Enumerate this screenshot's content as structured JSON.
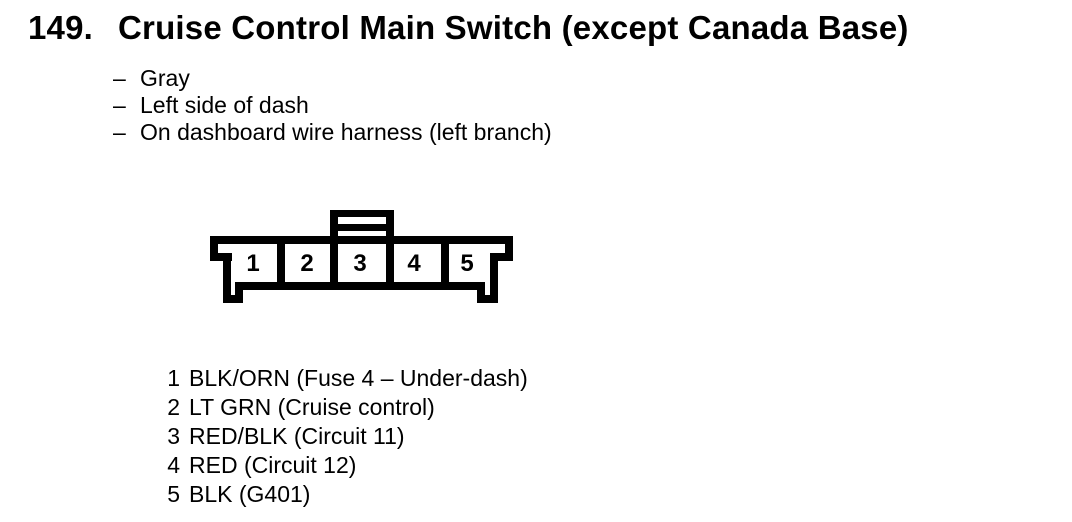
{
  "title": {
    "number": "149.",
    "text": "Cruise Control Main Switch (except Canada Base)"
  },
  "list_marker": "–",
  "attributes": [
    "Gray",
    "Left side of dash",
    "On dashboard wire harness (left branch)"
  ],
  "connector": {
    "cavities": [
      "1",
      "2",
      "3",
      "4",
      "5"
    ]
  },
  "pins": [
    {
      "pin": "1",
      "description": "BLK/ORN (Fuse 4 – Under-dash)"
    },
    {
      "pin": "2",
      "description": "LT GRN (Cruise control)"
    },
    {
      "pin": "3",
      "description": "RED/BLK (Circuit 11)"
    },
    {
      "pin": "4",
      "description": "RED (Circuit 12)"
    },
    {
      "pin": "5",
      "description": "BLK (G401)"
    }
  ],
  "colors": {
    "ink": "#000000",
    "paper": "#ffffff"
  }
}
